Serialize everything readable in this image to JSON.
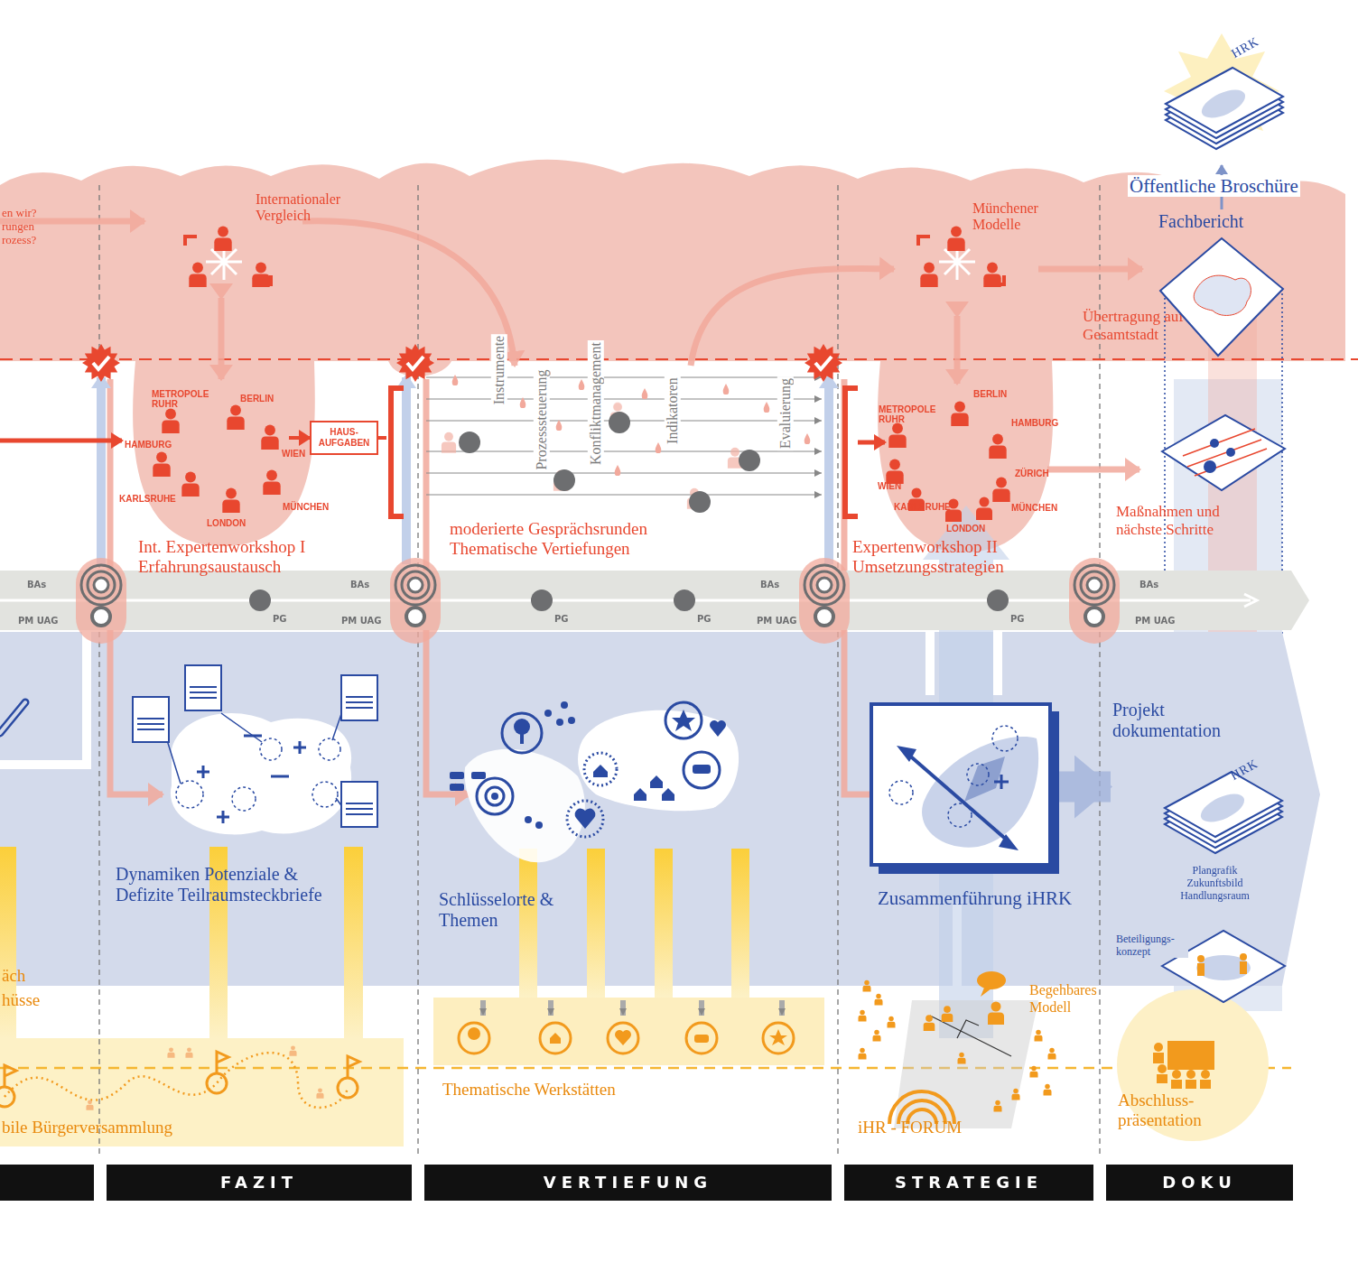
{
  "diagram": {
    "nodes": [
      {
        "text": [
          "Int. Expertenworkshop I Erfahrungsaustausch"
        ]
      },
      {
        "text": [
          "HAUS- AUFGABEN"
        ]
      },
      {
        "text": [
          "Expertenworkshop II Umsetzungsstrategien"
        ]
      },
      {
        "text": [
          "HRK"
        ]
      },
      {
        "text": [
          "Fachbericht"
        ]
      },
      {
        "text": [
          "Maßnahmen und nächste Schritte"
        ]
      },
      {
        "text": [
          "Zusammenführung iHRK"
        ]
      },
      {
        "text": [
          "Projekt dokumentation",
          "HRK",
          "Plangrafik Zukunftsbild Handlungsraum"
        ]
      },
      {
        "text": [
          "Beteiligungs- konzept"
        ]
      },
      {
        "text": [
          "Abschluss- präsentation"
        ]
      },
      {
        "text": [
          "FAZIT"
        ]
      },
      {
        "text": [
          "VERTIEFUNG"
        ]
      },
      {
        "text": [
          "STRATEGIE"
        ]
      },
      {
        "text": [
          "DOKU"
        ]
      }
    ],
    "edges": [
      {
        "from": 0,
        "to": 1,
        "arrow": "to"
      },
      {
        "from": 4,
        "to": 3,
        "arrow": "to"
      },
      {
        "from": 6,
        "to": 7,
        "arrow": "to"
      }
    ],
    "labels": [
      "en wir?",
      "rungen",
      "rozess?",
      "Internationaler Vergleich",
      "Münchener Modelle",
      "Öffentliche Broschüre",
      "Übertragung auf Gesamtstadt",
      "METROPOLE RUHR",
      "BERLIN",
      "HAMBURG",
      "WIEN",
      "KARLSRUHE",
      "LONDON",
      "MÜNCHEN",
      "METROPOLE RUHR",
      "BERLIN",
      "HAMBURG",
      "ZÜRICH",
      "WIEN",
      "KARLSRUHE",
      "LONDON",
      "MÜNCHEN",
      "Instrumente",
      "Prozesssteuerung",
      "Konfliktmanagement",
      "Indikatoren",
      "Evaluierung",
      "moderierte Gesprächsrunden Thematische Vertiefungen",
      "BAs",
      "BAs",
      "BAs",
      "BAs",
      "PM UAG",
      "PM UAG",
      "PM UAG",
      "PM UAG",
      "PG",
      "PG",
      "PG",
      "PG",
      "Dynamiken Potenziale & Defizite Teilraumsteckbriefe",
      "Schlüsselorte & Themen",
      "äch",
      "hüsse",
      "Begehbares Modell",
      "Thematische Werkstätten",
      "iHR - FORUM",
      "bile Bürgerversammlung"
    ]
  }
}
